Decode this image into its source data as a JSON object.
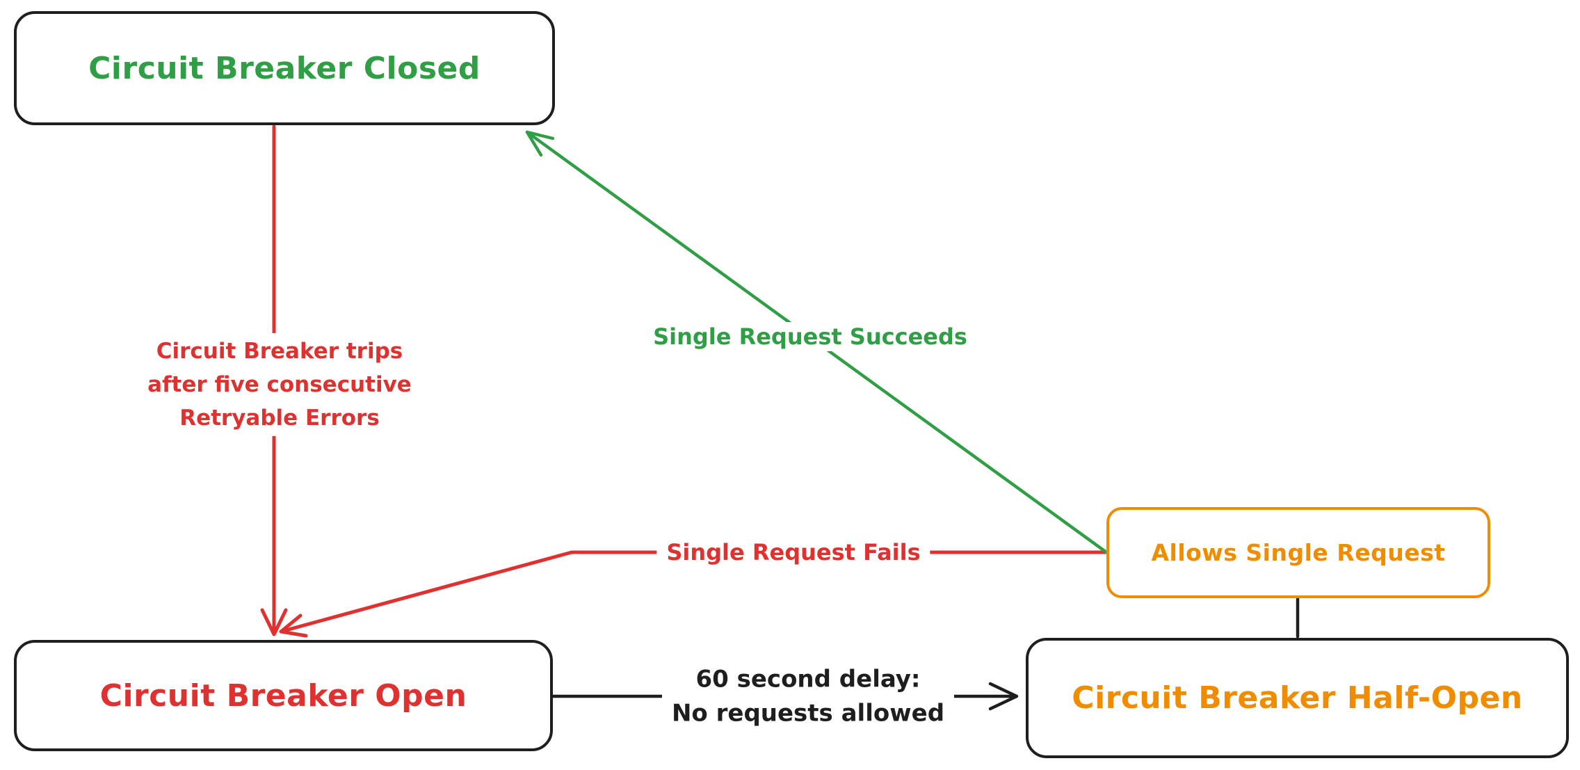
{
  "nodes": {
    "closed": {
      "label": "Circuit Breaker Closed",
      "color": "#2f9e44"
    },
    "open": {
      "label": "Circuit Breaker Open",
      "color": "#e03131"
    },
    "half_open": {
      "label": "Circuit Breaker Half-Open",
      "color": "#f08c00"
    },
    "allows": {
      "label": "Allows Single Request",
      "color": "#f08c00"
    }
  },
  "edges": {
    "trip": {
      "label": "Circuit Breaker trips\nafter five consecutive\nRetryable Errors",
      "color": "#e03131"
    },
    "success": {
      "label": "Single Request Succeeds",
      "color": "#2f9e44"
    },
    "fail": {
      "label": "Single Request Fails",
      "color": "#e03131"
    },
    "delay": {
      "label": "60 second delay:\nNo requests allowed",
      "color": "#1e1e1e"
    }
  },
  "colors": {
    "green": "#2f9e44",
    "red": "#e03131",
    "orange": "#f08c00",
    "ink": "#1e1e1e",
    "background": "#ffffff"
  }
}
